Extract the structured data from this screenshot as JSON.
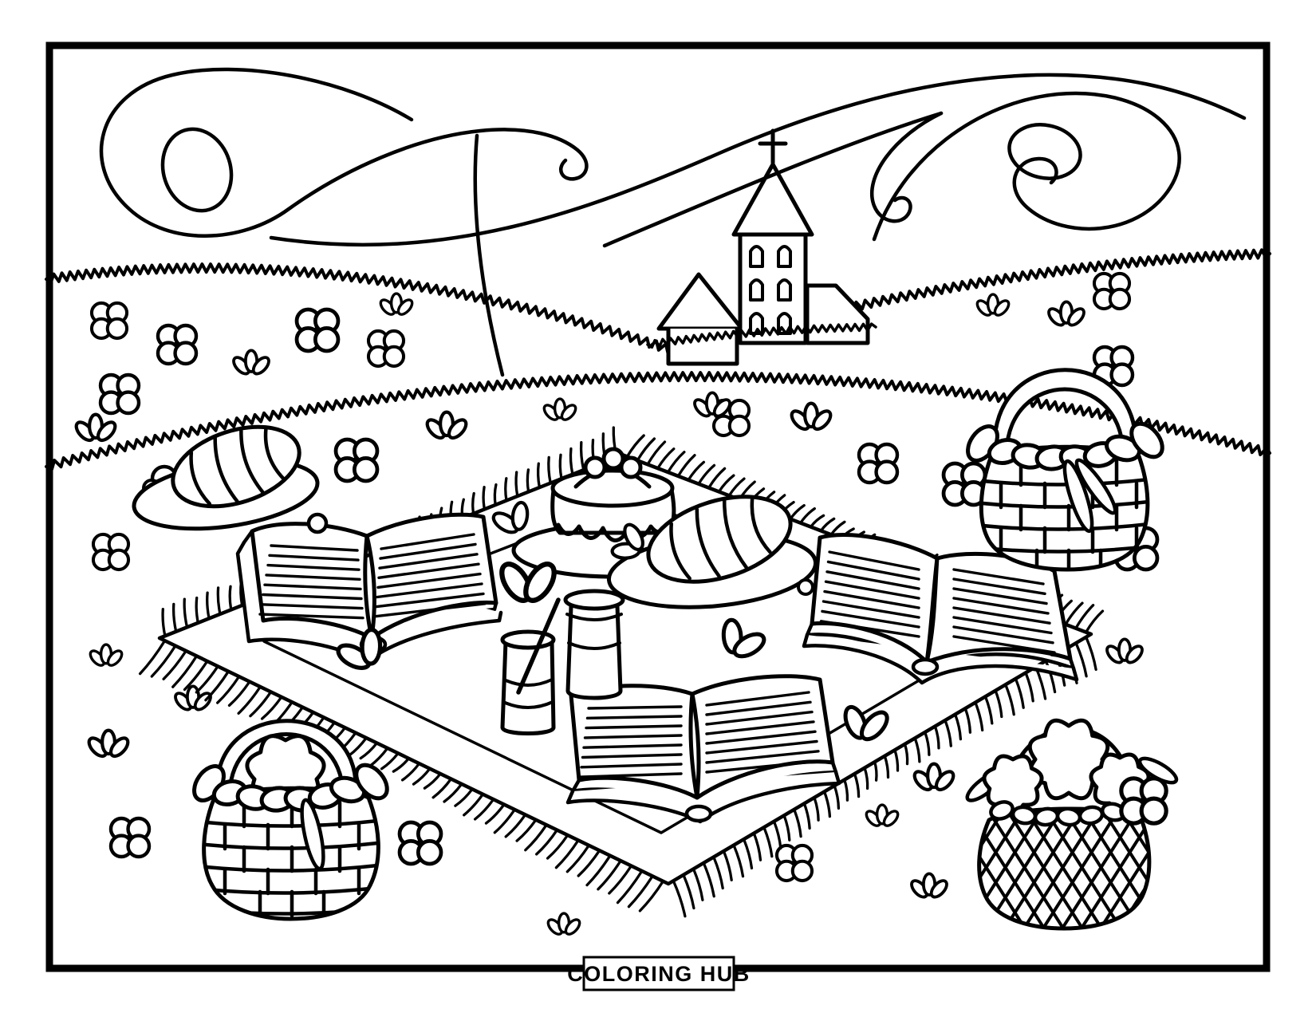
{
  "page": {
    "brand_label": "COLORING HUB",
    "background_color": "#ffffff",
    "line_color": "#000000"
  },
  "scene": {
    "elements": [
      "swirl-clouds",
      "country-church-with-cross",
      "rolling-hill-zigzag-grass",
      "clover-flowers",
      "grass-sprouts",
      "picnic-blanket-with-fringe",
      "open-book-left",
      "open-book-right",
      "open-book-bottom",
      "bread-loaf-plate-left",
      "bread-loaf-plate-center",
      "frosted-cake-with-cherries",
      "drink-glass-with-straw",
      "milk-jar",
      "egg-basket-top-right",
      "egg-basket-bottom-left",
      "flower-basket-bottom-right",
      "leaf-sprigs"
    ]
  }
}
